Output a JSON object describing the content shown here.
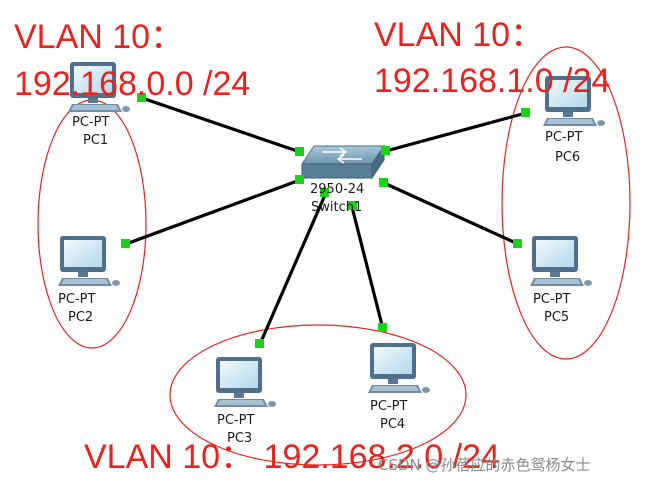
{
  "vlan_labels": {
    "left": {
      "line1": "VLAN 10：",
      "line2": "192.168.0.0 /24"
    },
    "right": {
      "line1": "VLAN 10：",
      "line2": "192.168.1.0 /24"
    },
    "bottom": {
      "line1": "VLAN 10：  192.168.2.0 /24"
    }
  },
  "switch": {
    "model": "2950-24",
    "name": "Switch1"
  },
  "pcs": {
    "pc1": {
      "type": "PC-PT",
      "name": "PC1"
    },
    "pc2": {
      "type": "PC-PT",
      "name": "PC2"
    },
    "pc3": {
      "type": "PC-PT",
      "name": "PC3"
    },
    "pc4": {
      "type": "PC-PT",
      "name": "PC4"
    },
    "pc5": {
      "type": "PC-PT",
      "name": "PC5"
    },
    "pc6": {
      "type": "PC-PT",
      "name": "PC6"
    }
  },
  "watermark": "CSDN @孙蓓应的赤色鸳杨女士",
  "colors": {
    "annotation": "#e8231e",
    "port_up": "#19d219",
    "cable": "#000000"
  },
  "icons": {
    "pc": "desktop-pc-icon",
    "switch": "switch-icon"
  }
}
